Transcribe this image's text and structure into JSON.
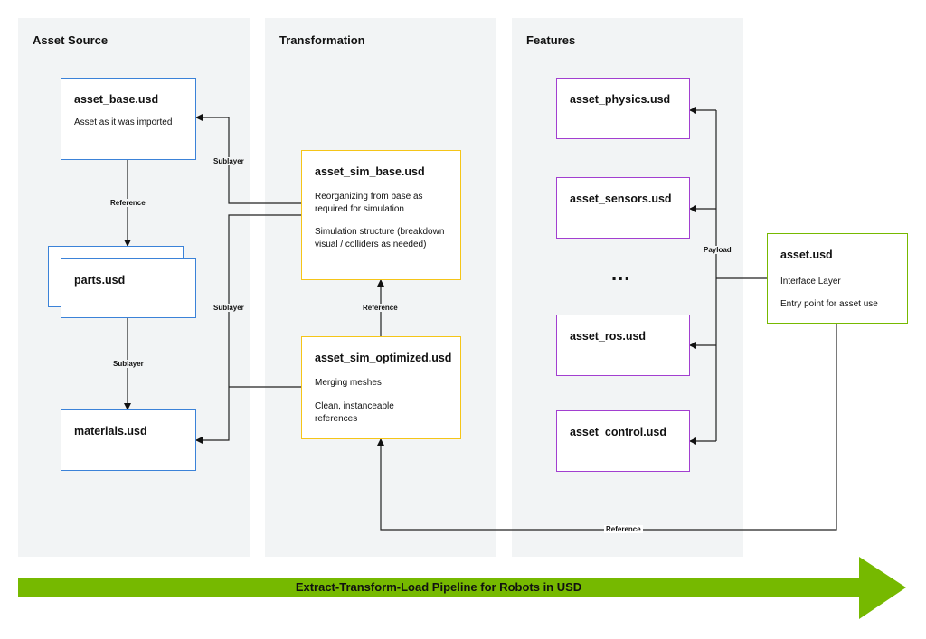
{
  "panels": {
    "source": {
      "title": "Asset Source"
    },
    "transformation": {
      "title": "Transformation"
    },
    "features": {
      "title": "Features"
    }
  },
  "boxes": {
    "asset_base": {
      "title": "asset_base.usd",
      "desc": "Asset as it was imported"
    },
    "parts": {
      "title": "parts.usd"
    },
    "materials": {
      "title": "materials.usd"
    },
    "asset_sim_base": {
      "title": "asset_sim_base.usd",
      "desc1": "Reorganizing from base as required for simulation",
      "desc2": "Simulation structure (breakdown visual / colliders as needed)"
    },
    "asset_sim_optimized": {
      "title": "asset_sim_optimized.usd",
      "desc1": "Merging meshes",
      "desc2": "Clean, instanceable references"
    },
    "asset_physics": {
      "title": "asset_physics.usd"
    },
    "asset_sensors": {
      "title": "asset_sensors.usd"
    },
    "ellipsis": "...",
    "asset_ros": {
      "title": "asset_ros.usd"
    },
    "asset_control": {
      "title": "asset_control.usd"
    },
    "asset": {
      "title": "asset.usd",
      "desc1": "Interface Layer",
      "desc2": "Entry point for asset use"
    }
  },
  "connector_labels": {
    "reference_base_parts": "Reference",
    "sublayer_parts_materials": "Sublayer",
    "sublayer_simbase_base": "Sublayer",
    "sublayer_optimized_materials": "Sublayer",
    "reference_optimized_simbase": "Reference",
    "payload": "Payload",
    "reference_asset_optimized": "Reference"
  },
  "banner": {
    "text": "Extract-Transform-Load Pipeline for Robots in USD",
    "color": "#76b900"
  },
  "colors": {
    "source_border": "#3b82d8",
    "transform_border": "#f5c518",
    "features_border": "#a23fd0",
    "interface_border": "#76b900",
    "panel_bg": "#f2f4f5"
  }
}
